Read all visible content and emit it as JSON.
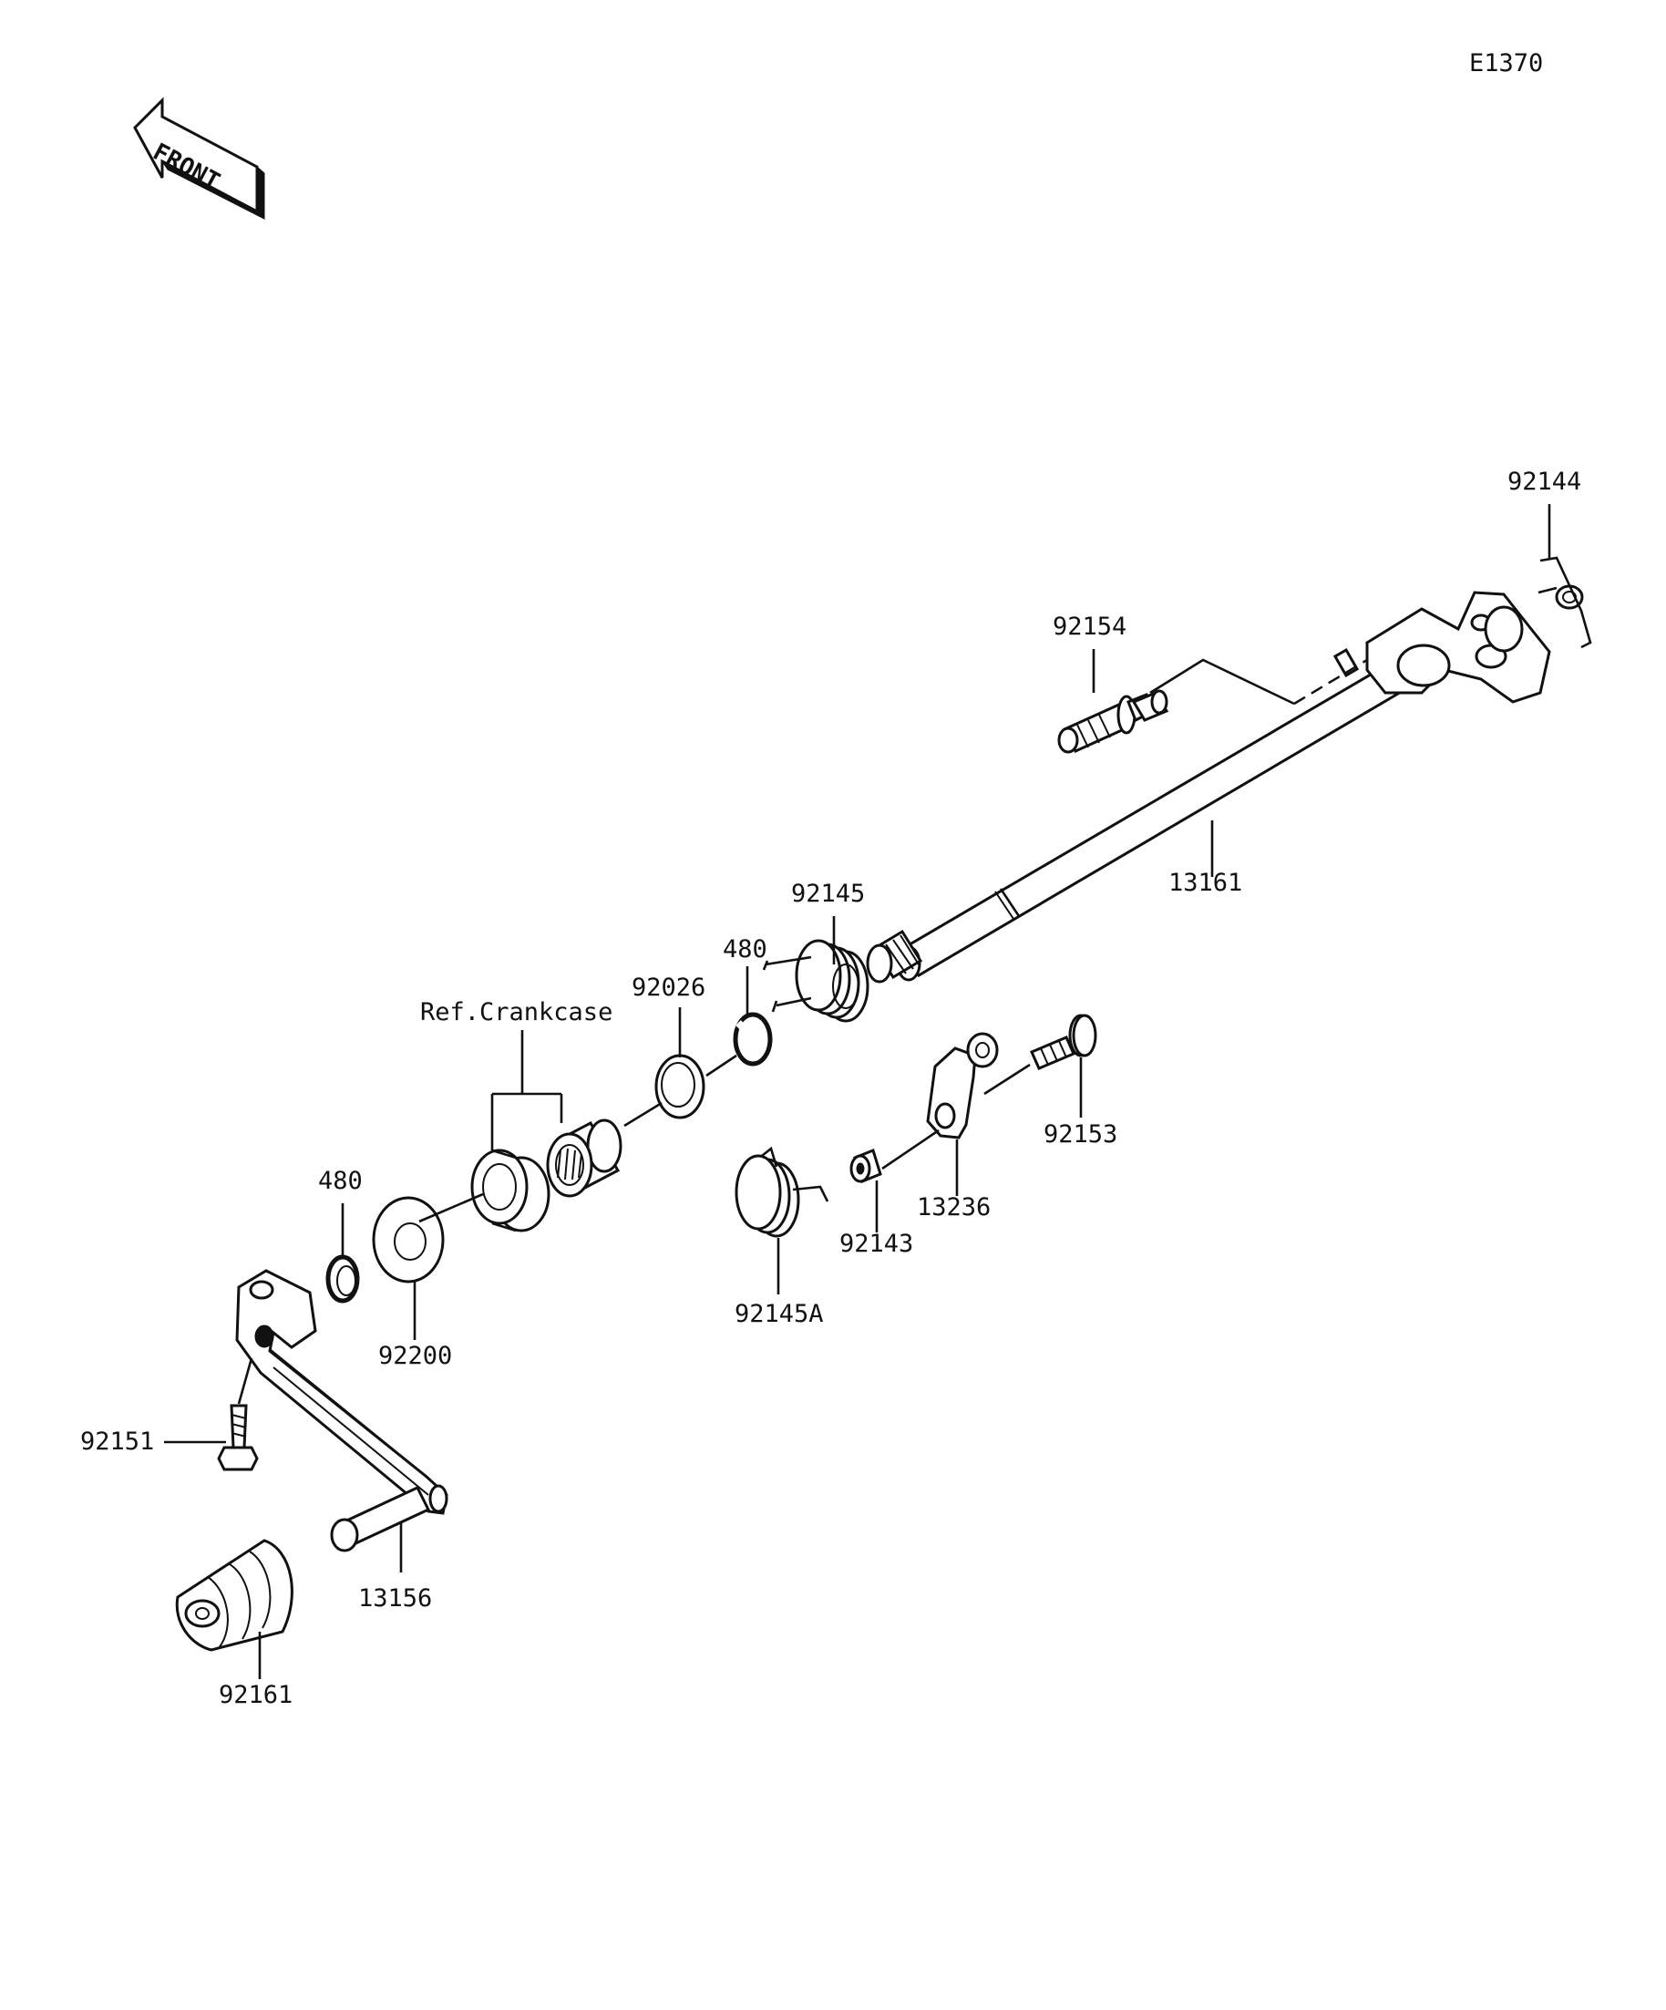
{
  "diagram_code": "E1370",
  "front_label": "FRONT",
  "ref_note": "Ref.Crankcase",
  "parts": [
    {
      "id": "p92144",
      "number": "92144"
    },
    {
      "id": "p92154",
      "number": "92154"
    },
    {
      "id": "p13161",
      "number": "13161"
    },
    {
      "id": "p92145",
      "number": "92145"
    },
    {
      "id": "p480a",
      "number": "480"
    },
    {
      "id": "p92026",
      "number": "92026"
    },
    {
      "id": "p92153",
      "number": "92153"
    },
    {
      "id": "p13236",
      "number": "13236"
    },
    {
      "id": "p92143",
      "number": "92143"
    },
    {
      "id": "p92145A",
      "number": "92145A"
    },
    {
      "id": "p480b",
      "number": "480"
    },
    {
      "id": "p92200",
      "number": "92200"
    },
    {
      "id": "p92151",
      "number": "92151"
    },
    {
      "id": "p13156",
      "number": "13156"
    },
    {
      "id": "p92161",
      "number": "92161"
    }
  ]
}
